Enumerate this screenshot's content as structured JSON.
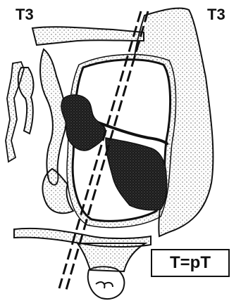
{
  "labels": {
    "left": "T3",
    "right": "T3"
  },
  "stage_box": {
    "text": "T=pT"
  },
  "colors": {
    "ink": "#111111",
    "tumor": "#1a1a1a",
    "stipple": "#555555",
    "background": "#ffffff"
  }
}
